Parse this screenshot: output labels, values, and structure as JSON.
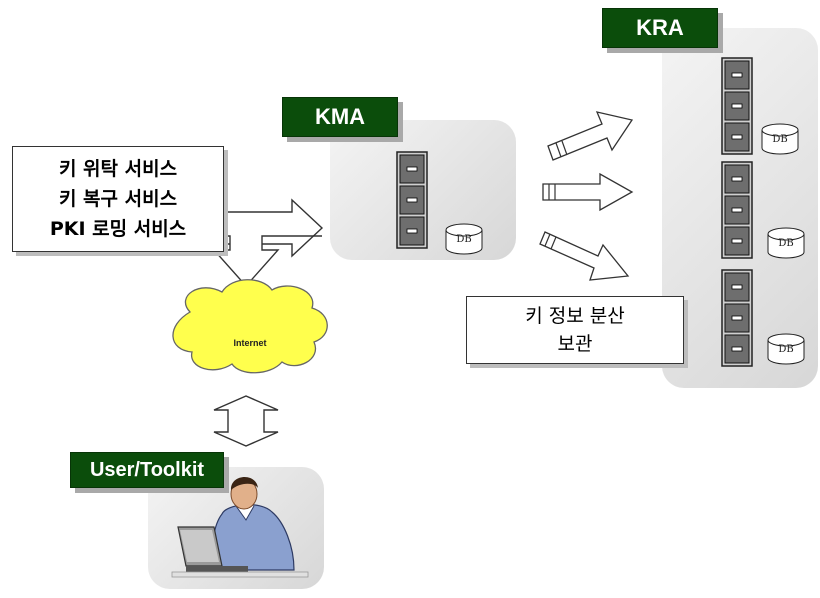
{
  "labels": {
    "kma": "KMA",
    "kra": "KRA",
    "user_toolkit": "User/Toolkit",
    "internet": "Internet",
    "db": "DB"
  },
  "services": [
    "키 위탁 서비스",
    "키 복구 서비스",
    "PKI 로밍 서비스"
  ],
  "key_info_lines": [
    "키 정보 분산",
    "보관"
  ],
  "colors": {
    "tag_green": "#0b4d0b",
    "cloud_yellow": "#ffff4d",
    "panel_gray": "#e3e3e3",
    "arrow_fill": "#ffffff"
  },
  "icons": [
    "file-cabinet-icon",
    "database-icon",
    "cloud-icon",
    "user-at-laptop-icon",
    "block-arrow-icon"
  ]
}
